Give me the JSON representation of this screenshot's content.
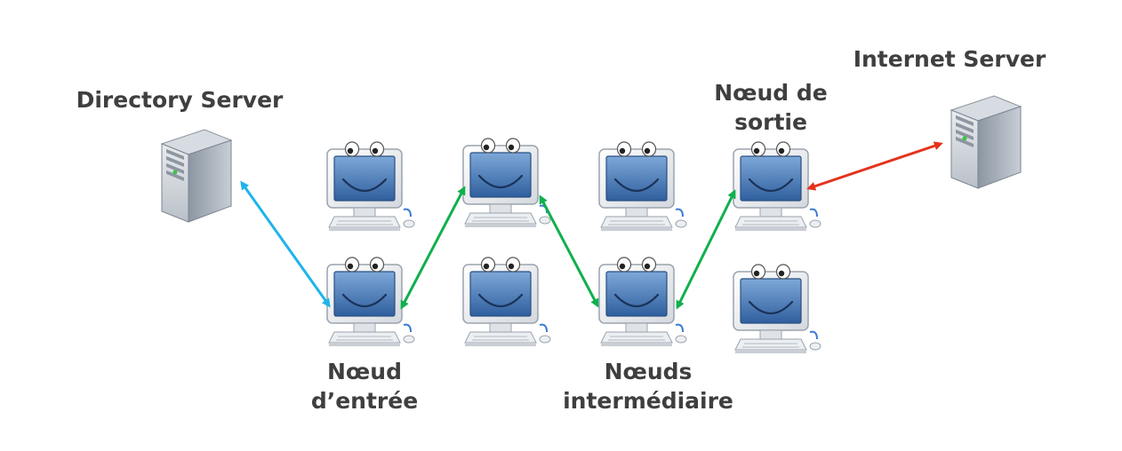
{
  "labels": {
    "directory_server": "Directory Server",
    "internet_server": "Internet Server",
    "exit_node_line1": "Nœud de",
    "exit_node_line2": "sortie",
    "entry_node_line1": "Nœud",
    "entry_node_line2": "d’entrée",
    "middle_nodes_line1": "Nœuds",
    "middle_nodes_line2": "intermédiaire"
  },
  "colors": {
    "directory_link": "#1fb4ea",
    "relay_link": "#10b04e",
    "internet_link": "#e5321b",
    "label_text": "#3f3f3f"
  },
  "icons": {
    "server": "tower-server-icon",
    "computer": "smiling-computer-icon"
  }
}
